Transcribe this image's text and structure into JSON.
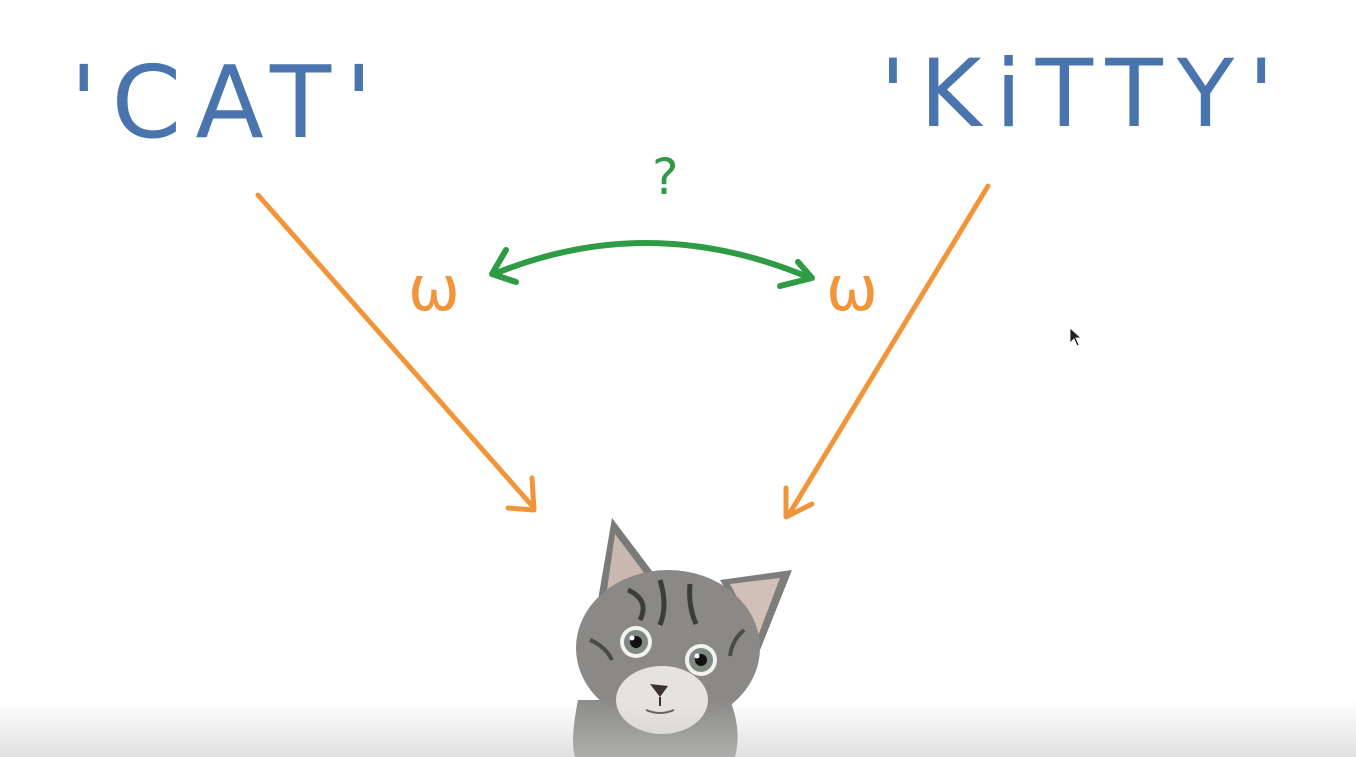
{
  "words": {
    "left": "'CAT'",
    "right": "'KiTTY'"
  },
  "weights": {
    "left": "ω",
    "right": "ω"
  },
  "relation": {
    "symbol": "?"
  },
  "colors": {
    "word": "#4a74ad",
    "arrow": "#f2953a",
    "relation": "#2f9b45"
  },
  "image": {
    "subject": "kitten"
  }
}
